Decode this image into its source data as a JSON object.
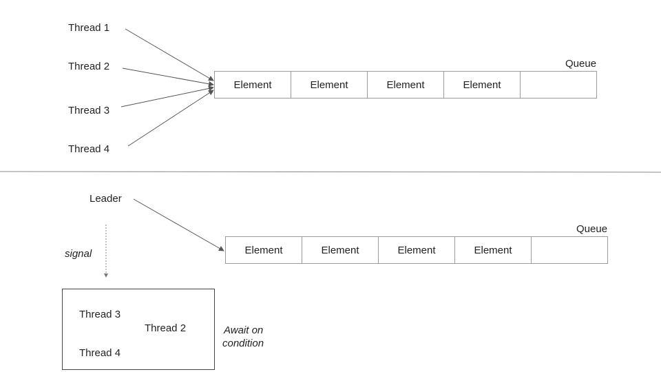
{
  "top": {
    "queue_label": "Queue",
    "threads": [
      "Thread 1",
      "Thread 2",
      "Thread 3",
      "Thread 4"
    ],
    "cells": [
      "Element",
      "Element",
      "Element",
      "Element",
      ""
    ]
  },
  "bottom": {
    "leader_label": "Leader",
    "signal_label": "signal",
    "queue_label": "Queue",
    "cells": [
      "Element",
      "Element",
      "Element",
      "Element",
      ""
    ],
    "waiting": [
      "Thread 3",
      "Thread 2",
      "Thread 4"
    ],
    "await_line1": "Await on",
    "await_line2": "condition"
  },
  "colors": {
    "arrow": "#555555",
    "divider": "#888888",
    "cell_border": "#9a9a9a",
    "text": "#222222"
  }
}
